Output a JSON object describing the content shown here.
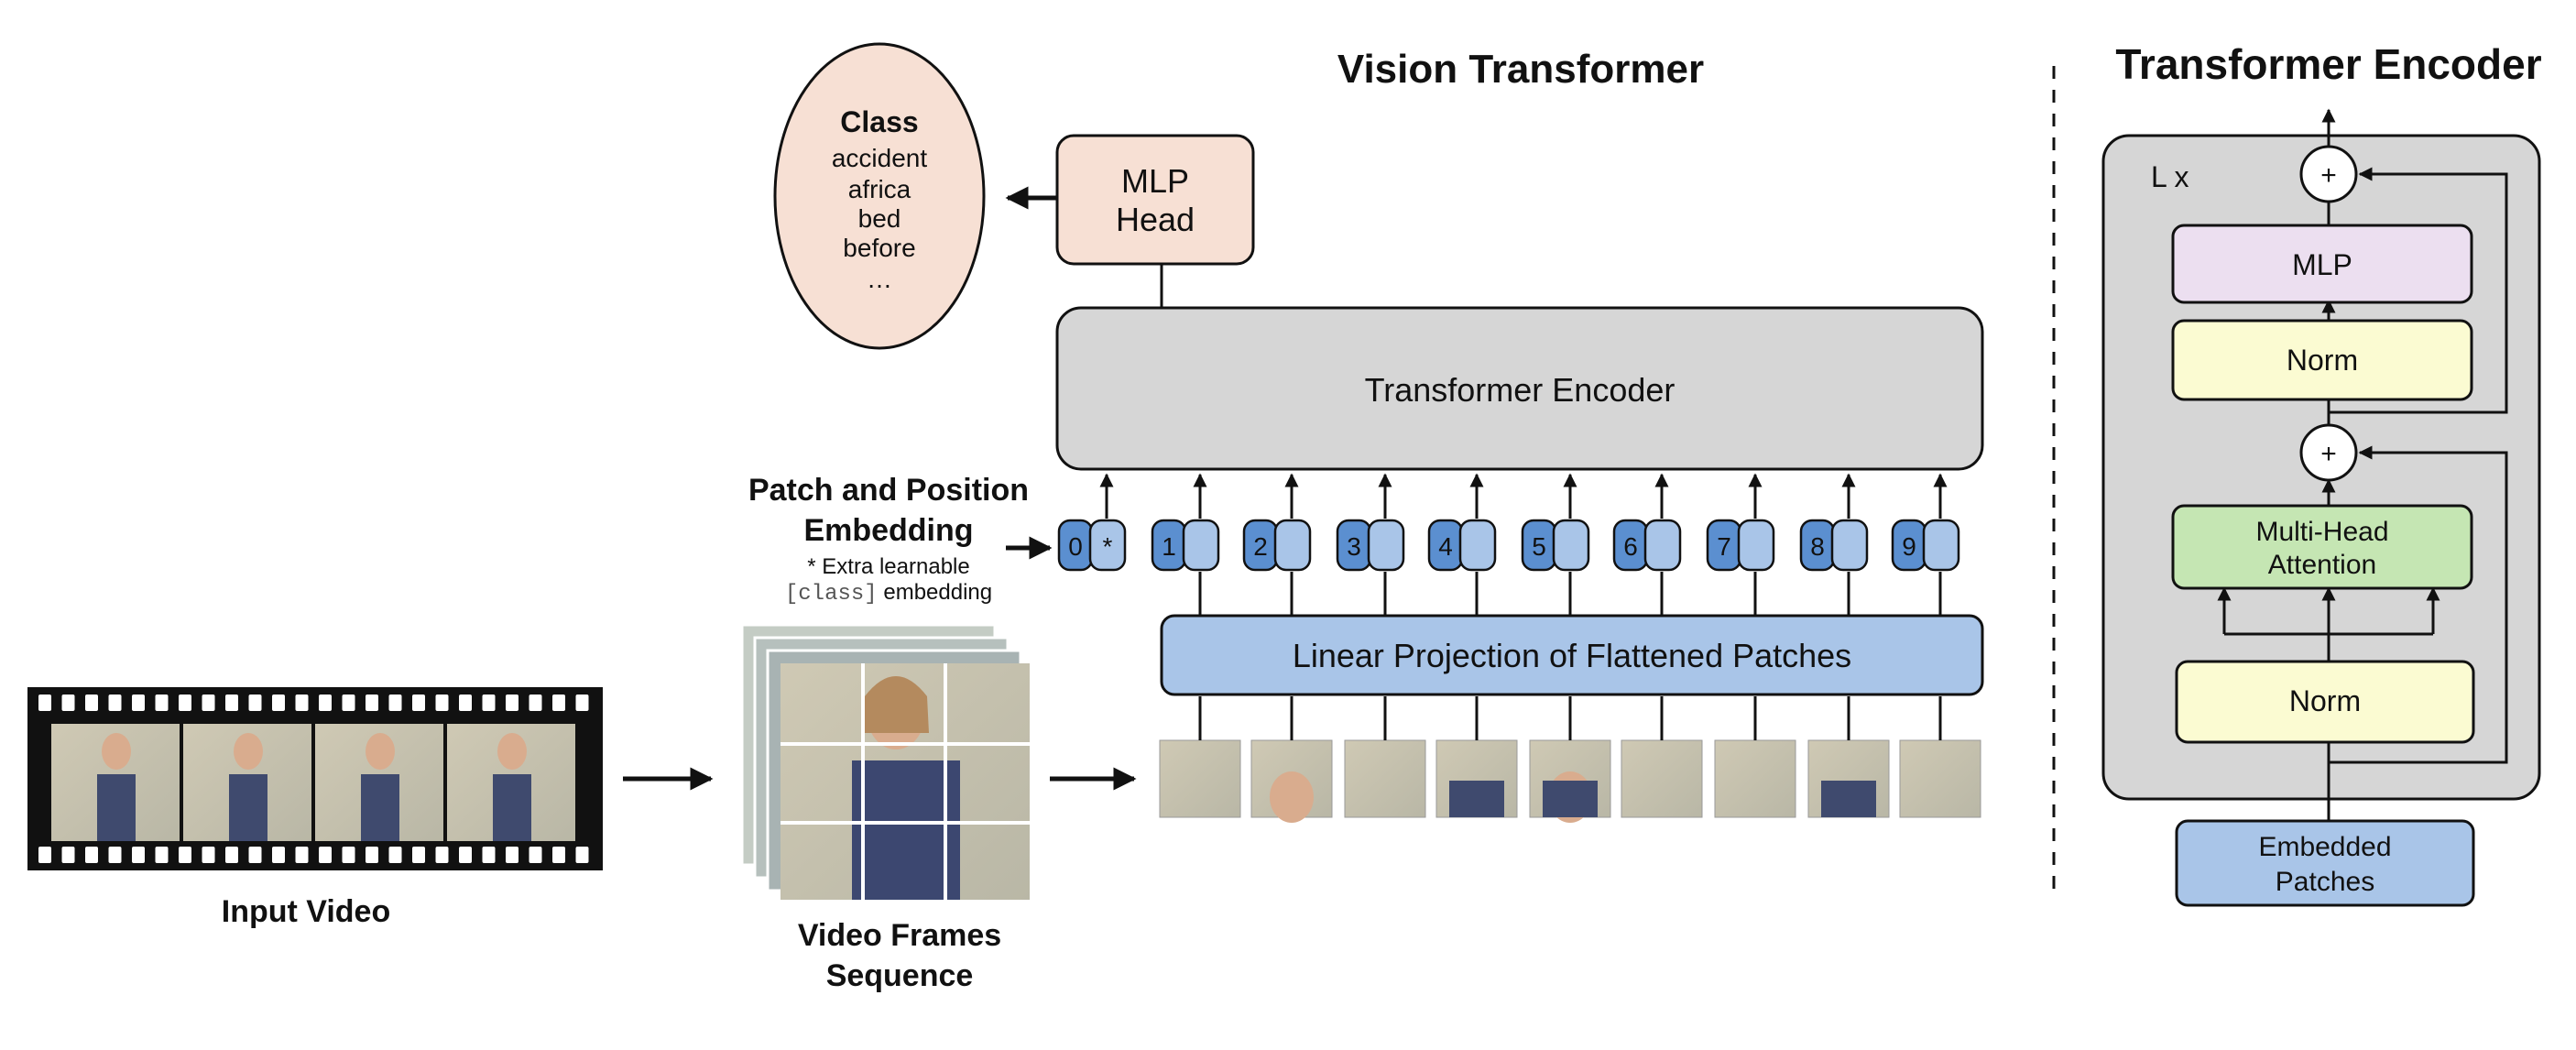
{
  "titles": {
    "vit": "Vision Transformer",
    "encoder": "Transformer Encoder"
  },
  "input_video": {
    "label": "Input Video"
  },
  "frames_sequence": {
    "label_line1": "Video Frames",
    "label_line2": "Sequence"
  },
  "class_output": {
    "heading": "Class",
    "items": [
      "accident",
      "africa",
      "bed",
      "before",
      "…"
    ]
  },
  "mlp_head": {
    "line1": "MLP",
    "line2": "Head"
  },
  "encoder_block": {
    "label": "Transformer Encoder"
  },
  "embedding": {
    "title_line1": "Patch and Position",
    "title_line2": "Embedding",
    "note_line1": "* Extra learnable",
    "note_code": "[class]",
    "note_rest": "embedding"
  },
  "tokens": [
    "0",
    "1",
    "2",
    "3",
    "4",
    "5",
    "6",
    "7",
    "8",
    "9"
  ],
  "class_marker": "*",
  "linear_projection": {
    "label": "Linear Projection of Flattened Patches"
  },
  "encoder_detail": {
    "repeat": "L x",
    "mlp": "MLP",
    "norm_top": "Norm",
    "mha_line1": "Multi-Head",
    "mha_line2": "Attention",
    "norm_bottom": "Norm",
    "embedded_line1": "Embedded",
    "embedded_line2": "Patches",
    "plus": "+"
  },
  "colors": {
    "peach": "#f7e0d4",
    "gray": "#d6d6d6",
    "blue": "#a9c5e8",
    "token_blue": "#5b8fd0",
    "token_light": "#a9c5e8",
    "lavender": "#ecdff0",
    "yellow": "#fbfbd2",
    "green": "#c5e6b3"
  }
}
